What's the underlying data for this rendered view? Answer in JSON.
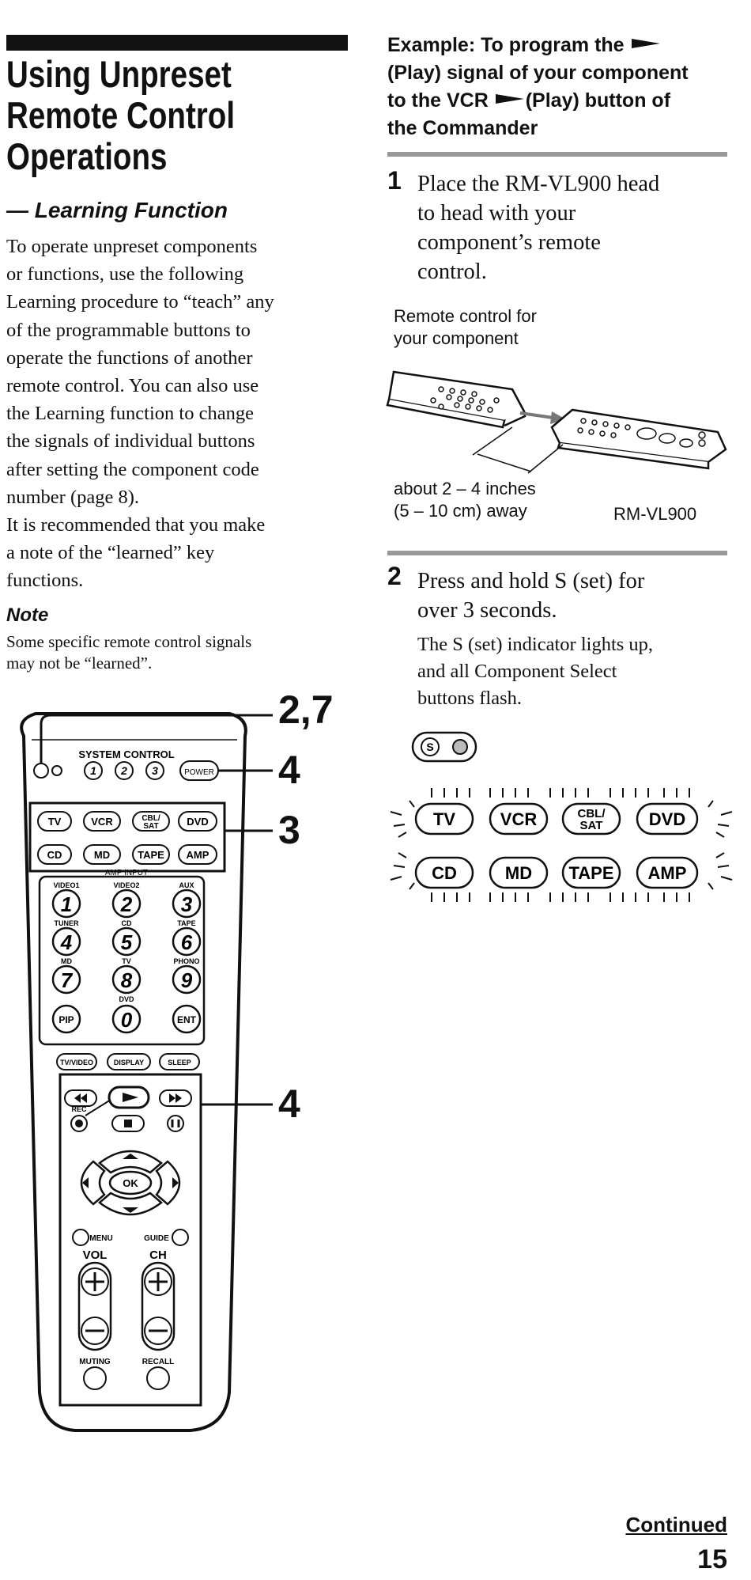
{
  "left": {
    "title_lines": [
      "Using Unpreset",
      "Remote Control",
      "Operations"
    ],
    "subtitle": "— Learning Function",
    "intro_lines": [
      "To operate unpreset components",
      "or functions, use the following",
      "Learning procedure to “teach” any",
      "of the programmable buttons to",
      "operate the functions of another",
      "remote control. You can also use",
      "the Learning function to change",
      "the signals of individual buttons",
      "after setting the component code",
      "number (page 8).",
      "It is recommended that you make",
      "a note of the “learned” key",
      "functions."
    ],
    "note_heading": "Note",
    "note_lines": [
      "Some specific remote control signals",
      "may not be “learned”."
    ]
  },
  "callouts": {
    "c1": "2,7",
    "c2": "4",
    "c3": "3",
    "c4": "4"
  },
  "remote": {
    "system_control": "SYSTEM CONTROL",
    "sys_nums": [
      "1",
      "2",
      "3"
    ],
    "power": "POWER",
    "row1": [
      "TV",
      "VCR",
      "CBL/",
      "SAT",
      "DVD"
    ],
    "row2": [
      "CD",
      "MD",
      "TAPE",
      "AMP"
    ],
    "amp_input": "AMP INPUT",
    "num_labels": [
      "VIDEO1",
      "VIDEO2",
      "AUX",
      "TUNER",
      "CD",
      "TAPE",
      "MD",
      "TV",
      "PHONO",
      "DVD"
    ],
    "digits": [
      "1",
      "2",
      "3",
      "4",
      "5",
      "6",
      "7",
      "8",
      "9",
      "0"
    ],
    "pip": "PIP",
    "ent": "ENT",
    "func": [
      "TV/VIDEO",
      "DISPLAY",
      "SLEEP"
    ],
    "rec": "REC",
    "ok": "OK",
    "menu": "MENU",
    "guide": "GUIDE",
    "vol": "VOL",
    "ch": "CH",
    "muting": "MUTING",
    "recall": "RECALL"
  },
  "right": {
    "example_lines": [
      "Example: To program the ",
      "(Play) signal of your component",
      "to the VCR ",
      "(Play) button of",
      "the Commander"
    ],
    "step1_num": "1",
    "step1_lines": [
      "Place the RM-VL900 head",
      "to head with your",
      "component’s remote",
      "control."
    ],
    "cap_remote": [
      "Remote control for",
      "your component"
    ],
    "cap_distance": [
      "about 2 – 4 inches",
      "(5 – 10 cm) away"
    ],
    "cap_model": "RM-VL900",
    "step2_num": "2",
    "step2_lines": [
      "Press and hold S (set) for",
      "over 3 seconds."
    ],
    "step2_desc": [
      "The S (set) indicator lights up,",
      "and all Component Select",
      "buttons flash."
    ],
    "s_label": "S",
    "flash_row1": [
      "TV",
      "VCR",
      "CBL/",
      "SAT",
      "DVD"
    ],
    "flash_row2": [
      "CD",
      "MD",
      "TAPE",
      "AMP"
    ]
  },
  "footer": {
    "continued": "Continued",
    "page": "15"
  }
}
